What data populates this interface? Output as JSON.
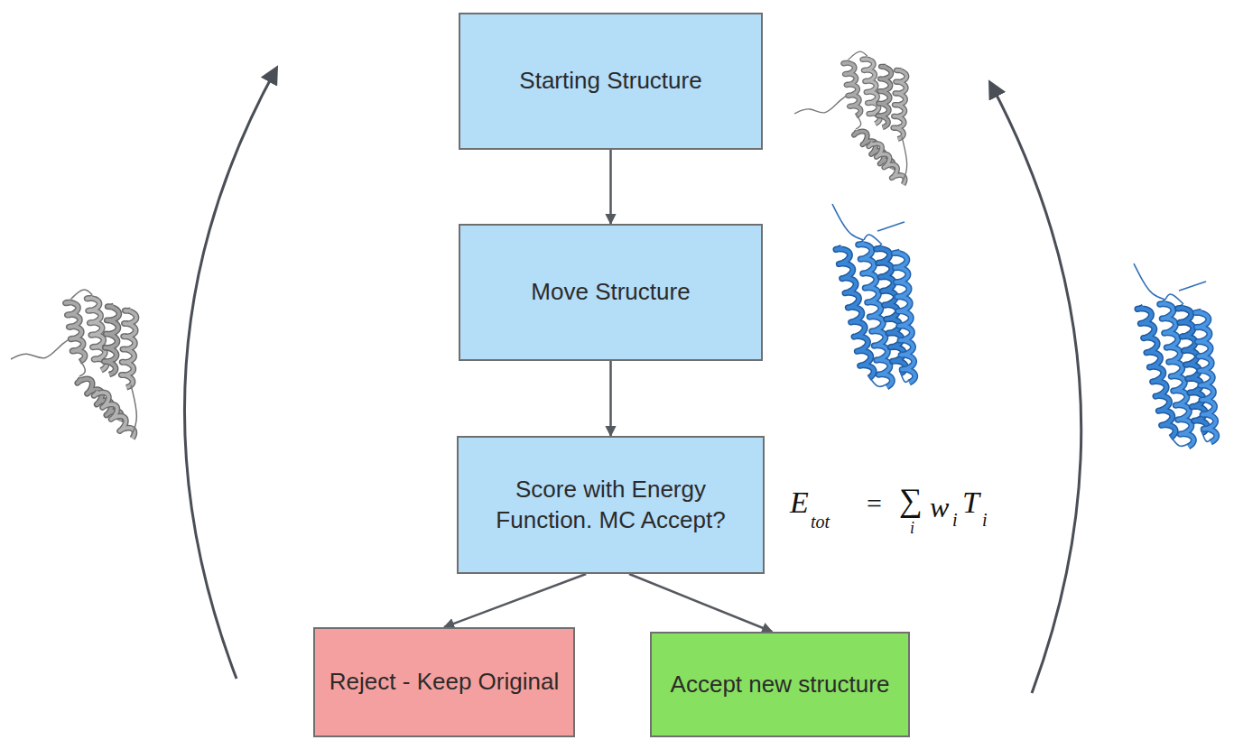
{
  "diagram": {
    "nodes": [
      {
        "text": [
          "Starting Structure"
        ]
      },
      {
        "text": [
          "Move Structure"
        ]
      },
      {
        "text": [
          "Score with Energy Function. MC Accept?"
        ]
      },
      {
        "text": [
          "Reject - Keep Original"
        ]
      },
      {
        "text": [
          "Accept new structure"
        ]
      }
    ],
    "edges": [
      {
        "from": 0,
        "to": 1,
        "arrow": "to"
      },
      {
        "from": 1,
        "to": 2,
        "arrow": "to"
      },
      {
        "from": 2,
        "to": 3,
        "arrow": "to"
      },
      {
        "from": 2,
        "to": 4,
        "arrow": "to"
      }
    ],
    "labels": [
      "E",
      "tot",
      "=",
      "∑",
      "i",
      "w",
      "i",
      "T",
      "i"
    ]
  }
}
